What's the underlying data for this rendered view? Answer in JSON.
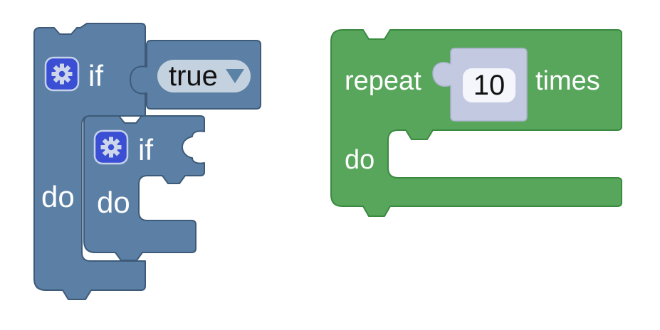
{
  "workspace": {
    "kind": "blockly-canvas",
    "background_color": "#ffffff"
  },
  "colors": {
    "logic_block_fill": "#5c80a5",
    "logic_block_border": "#3d5a78",
    "loop_block_fill": "#58a55c",
    "loop_block_border": "#3a8a40",
    "mutator_icon_bg": "#3b4fd4",
    "mutator_icon_glyph": "#cdd6ea",
    "dropdown_field_bg": "#c4d2df",
    "dropdown_arrow": "#5b83a6",
    "shadow_block_fill": "#c4c9e2",
    "number_field_bg": "#f5f6fb"
  },
  "blocks": {
    "outer_if": {
      "type": "controls_if",
      "label_if": "if",
      "label_do": "do",
      "has_mutator_gear": true
    },
    "condition_boolean": {
      "type": "logic_boolean",
      "dropdown_value": "true"
    },
    "inner_if": {
      "type": "controls_if",
      "label_if": "if",
      "label_do": "do",
      "has_mutator_gear": true,
      "condition_socket": "empty",
      "do_slot": "empty"
    },
    "repeat_loop": {
      "type": "controls_repeat_ext",
      "label_repeat": "repeat",
      "label_times": "times",
      "label_do": "do",
      "count_value": "10",
      "do_slot": "empty"
    }
  }
}
